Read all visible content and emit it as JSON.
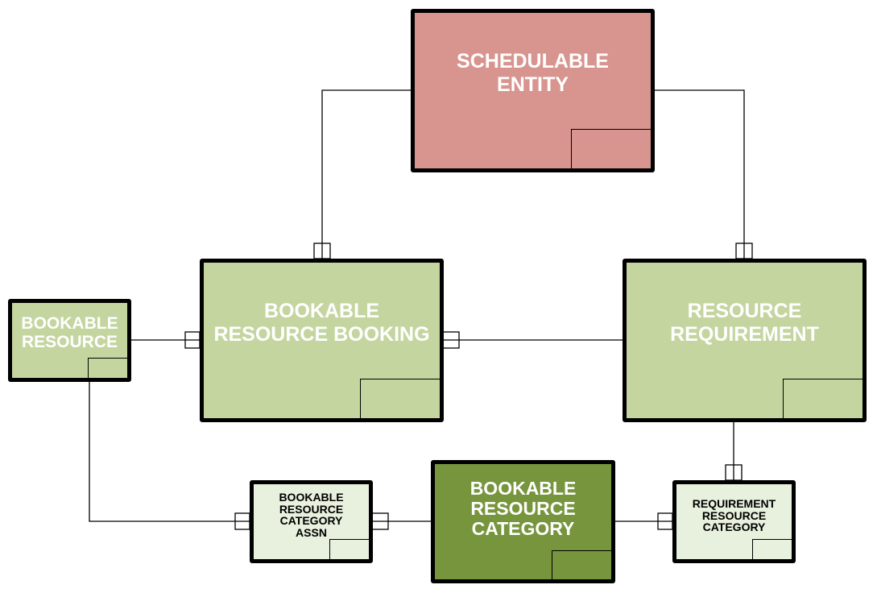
{
  "entities": {
    "schedulable_entity": {
      "label": "SCHEDULABLE\nENTITY",
      "color": "#d8958f"
    },
    "bookable_resource_booking": {
      "label": "BOOKABLE\nRESOURCE BOOKING",
      "color": "#c4d5a0"
    },
    "resource_requirement": {
      "label": "RESOURCE\nREQUIREMENT",
      "color": "#c4d5a0"
    },
    "bookable_resource": {
      "label": "BOOKABLE\nRESOURCE",
      "color": "#c4d5a0"
    },
    "bookable_resource_category_assn": {
      "label": "BOOKABLE\nRESOURCE\nCATEGORY\nASSN",
      "color": "#e8f0de"
    },
    "bookable_resource_category": {
      "label": "BOOKABLE\nRESOURCE\nCATEGORY",
      "color": "#77953d"
    },
    "requirement_resource_category": {
      "label": "REQUIREMENT\nRESOURCE\nCATEGORY",
      "color": "#e8f0de"
    }
  }
}
